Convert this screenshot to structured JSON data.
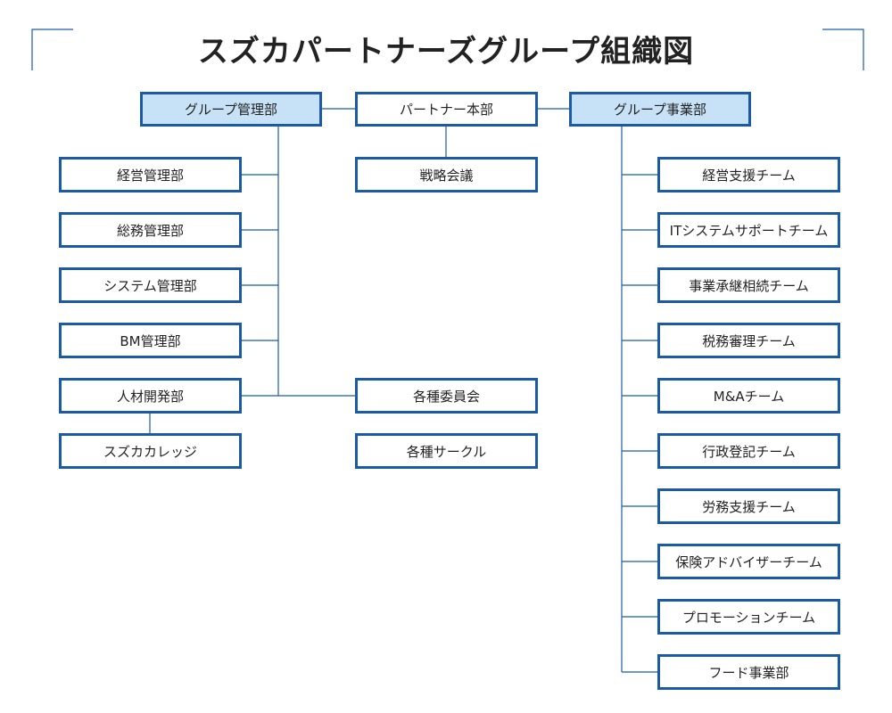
{
  "title": "スズカパートナーズグループ組織図",
  "colors": {
    "box_border": "#1a5aa6",
    "head_fill": "#c7e1f7",
    "line": "#1a5aa6"
  },
  "center": {
    "head": "パートナー本部",
    "meeting": "戦略会議",
    "committees": "各種委員会",
    "circles": "各種サークル"
  },
  "left": {
    "head": "グループ管理部",
    "items": [
      "経営管理部",
      "総務管理部",
      "システム管理部",
      "BM管理部",
      "人材開発部"
    ],
    "sub_item": "スズカカレッジ"
  },
  "right": {
    "head": "グループ事業部",
    "items": [
      "経営支援チーム",
      "ITシステムサポートチーム",
      "事業承継相続チーム",
      "税務審理チーム",
      "M&Aチーム",
      "行政登記チーム",
      "労務支援チーム",
      "保険アドバイザーチーム",
      "プロモーションチーム",
      "フード事業部"
    ]
  }
}
